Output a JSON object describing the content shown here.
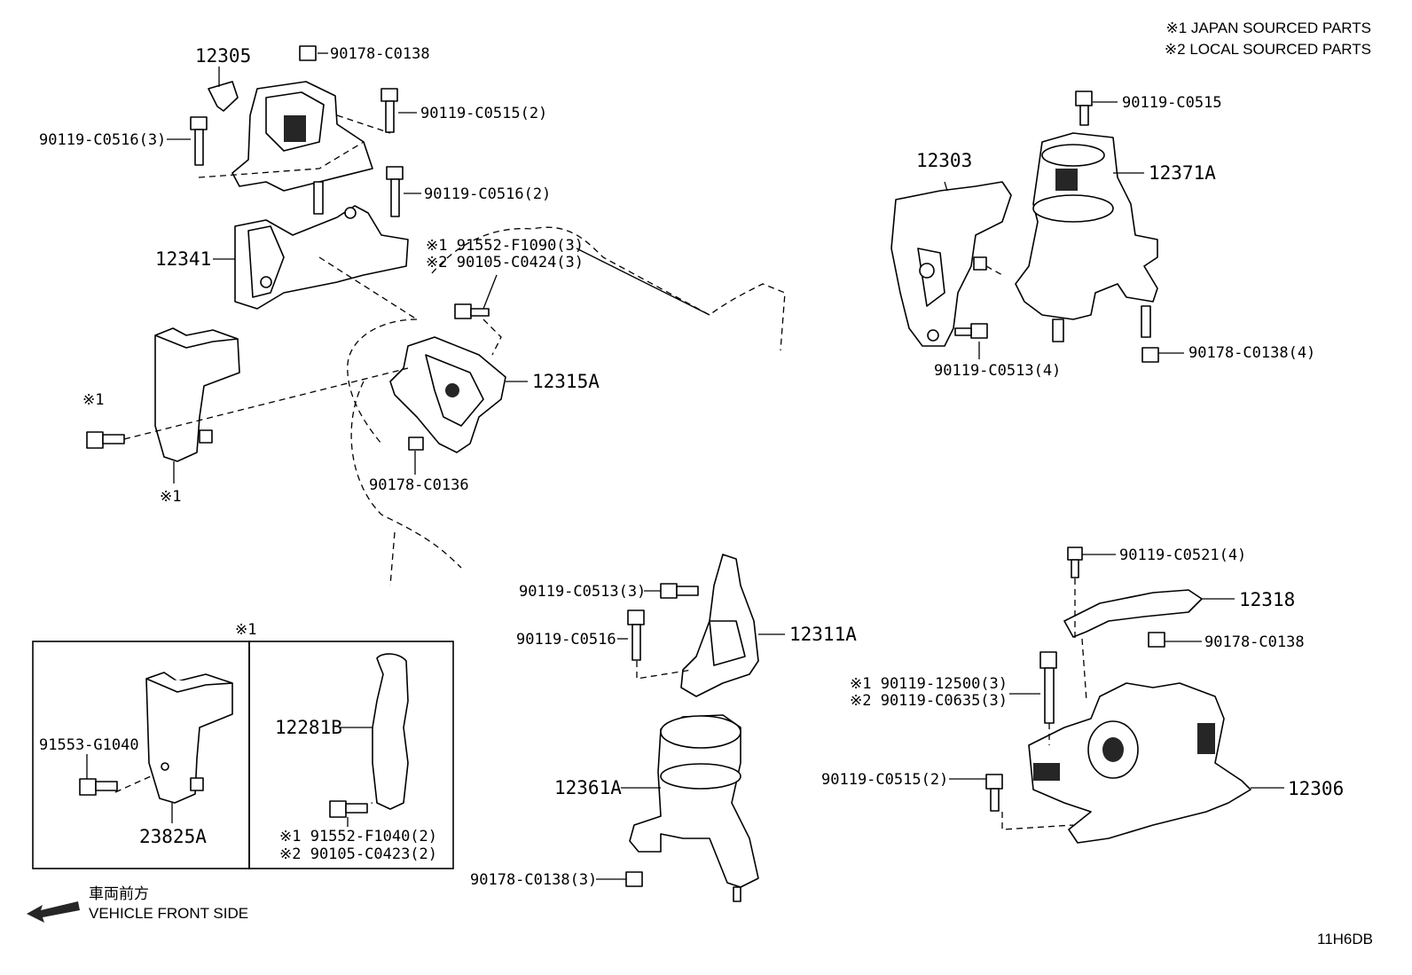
{
  "notes": {
    "japan": "※1 JAPAN SOURCED PARTS",
    "local": "※2 LOCAL SOURCED PARTS"
  },
  "diagram_code": "11H6DB",
  "front_side": {
    "jp": "車両前方",
    "en": "VEHICLE FRONT SIDE"
  },
  "labels": {
    "p12305": "12305",
    "p90178_c0138_top": "90178-C0138",
    "p90119_c0516_3": "90119-C0516(3)",
    "p90119_c0515_2_top": "90119-C0515(2)",
    "p90119_c0516_2": "90119-C0516(2)",
    "p12341": "12341",
    "p91552_f1090": "※1 91552-F1090(3)",
    "p90105_c0424": "※2 90105-C0424(3)",
    "p12315a": "12315A",
    "p90178_c0136": "90178-C0136",
    "mark1_a": "※1",
    "mark1_b": "※1",
    "mark1_box": "※1",
    "p90119_c0515_right": "90119-C0515",
    "p12303": "12303",
    "p12371a": "12371A",
    "p90119_c0513_4": "90119-C0513(4)",
    "p90178_c0138_4": "90178-C0138(4)",
    "p90119_c0513_3": "90119-C0513(3)",
    "p90119_c0516": "90119-C0516",
    "p12311a": "12311A",
    "p12361a": "12361A",
    "p90178_c0138_3": "90178-C0138(3)",
    "p90119_c0521_4": "90119-C0521(4)",
    "p12318": "12318",
    "p90178_c0138_mid": "90178-C0138",
    "p90119_12500": "※1 90119-12500(3)",
    "p90119_c0635": "※2 90119-C0635(3)",
    "p90119_c0515_2_bot": "90119-C0515(2)",
    "p12306": "12306",
    "p91553_g1040": "91553-G1040",
    "p23825a": "23825A",
    "p12281b": "12281B",
    "p91552_f1040": "※1 91552-F1040(2)",
    "p90105_c0423": "※2 90105-C0423(2)"
  }
}
